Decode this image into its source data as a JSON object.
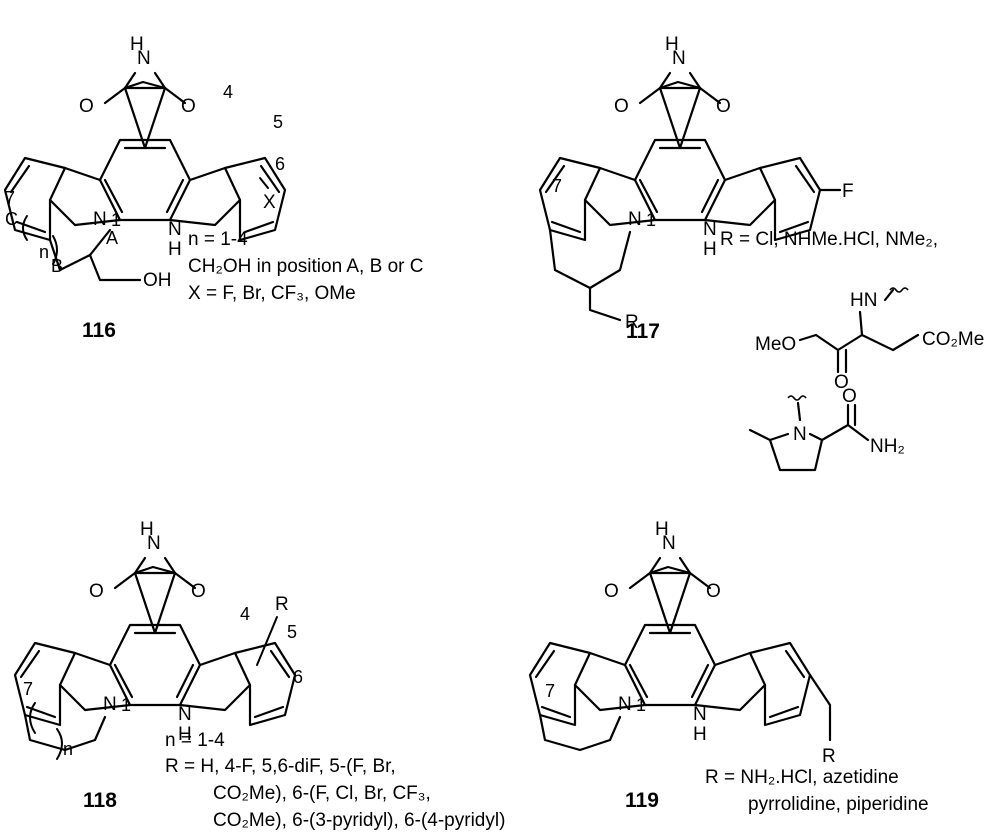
{
  "compounds": {
    "c116": {
      "id": "116",
      "notes": [
        "n = 1-4",
        "CH₂OH in position A, B or C",
        "X = F, Br, CF₃, OMe"
      ],
      "labels": {
        "pos4": "4",
        "pos5": "5",
        "pos6": "6",
        "pos7": "7",
        "pos1": "1",
        "x": "X",
        "a": "A",
        "b": "B",
        "c": "C",
        "n": "n",
        "oh": "OH"
      }
    },
    "c117": {
      "id": "117",
      "notes": [
        "R = Cl, NHMe.HCl, NMe₂,"
      ],
      "labels": {
        "pos7": "7",
        "pos1": "1",
        "f": "F",
        "r": "R"
      },
      "substituents": {
        "hn": "HN",
        "meo": "MeO",
        "co2me": "CO₂Me",
        "o": "O",
        "n": "N",
        "nh2": "NH₂"
      }
    },
    "c118": {
      "id": "118",
      "notes": [
        "n = 1-4",
        "R = H, 4-F, 5,6-diF, 5-(F, Br,",
        "CO₂Me), 6-(F, Cl, Br, CF₃,",
        "CO₂Me), 6-(3-pyridyl), 6-(4-pyridyl)"
      ],
      "labels": {
        "pos4": "4",
        "pos5": "5",
        "pos6": "6",
        "pos7": "7",
        "pos1": "1",
        "r": "R",
        "n": "n"
      }
    },
    "c119": {
      "id": "119",
      "notes": [
        "R = NH₂.HCl, azetidine",
        "pyrrolidine, piperidine"
      ],
      "labels": {
        "pos7": "7",
        "pos1": "1",
        "r": "R"
      }
    }
  },
  "common": {
    "o": "O",
    "n": "N",
    "h": "H",
    "nh": "NH"
  }
}
